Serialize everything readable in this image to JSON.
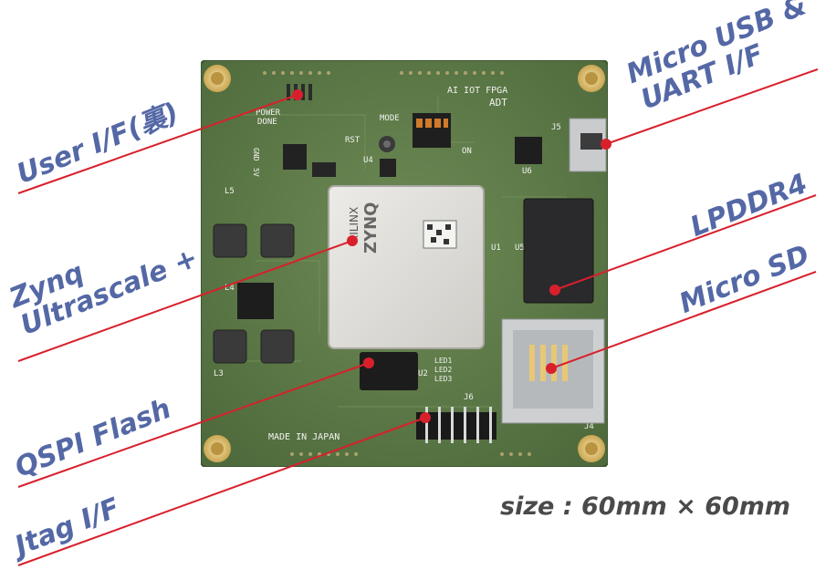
{
  "callouts": {
    "user_if": "User I/F(裏)",
    "zynq_line1": "Zynq",
    "zynq_line2": "Ultrascale +",
    "qspi_flash": "QSPI Flash",
    "jtag_if": "Jtag I/F",
    "micro_usb_line1": "Micro USB &",
    "micro_usb_line2": "UART I/F",
    "lpddr4": "LPDDR4",
    "micro_sd": "Micro SD"
  },
  "size_caption": "size : 60mm × 60mm",
  "board_text": {
    "title": "AI IOT FPGA",
    "made_in": "MADE IN JAPAN",
    "power": "POWER",
    "done": "DONE",
    "mode": "MODE",
    "on": "ON",
    "rst": "RST",
    "gnd": "GND",
    "v5": "5V",
    "led1": "LED1",
    "led2": "LED2",
    "led3": "LED3",
    "chip_brand": "XILINX",
    "chip_name": "ZYNQ",
    "u1": "U1",
    "u2": "U2",
    "u4": "U4",
    "u5": "U5",
    "u6": "U6",
    "j5": "J5",
    "j6": "J6",
    "j4": "J4",
    "l3": "L3",
    "l4": "L4",
    "l5": "L5",
    "adt": "ADT"
  },
  "colors": {
    "callout_text": "#5468a6",
    "leader_line": "#d8202c",
    "board_green": "#5f7b4a",
    "caption_text": "#4a4a4a"
  }
}
